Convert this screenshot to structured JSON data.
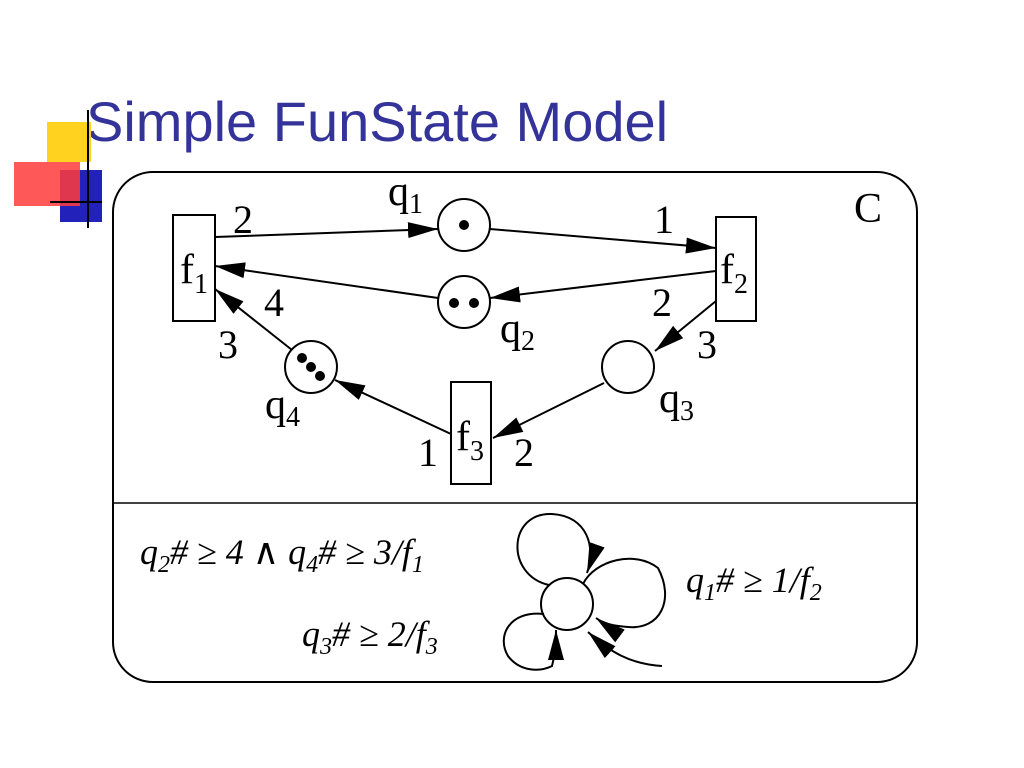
{
  "slide": {
    "title": "Simple FunState Model"
  },
  "colors": {
    "title": "#333399",
    "logo_yellow": "#ffd21f",
    "logo_red": "#ff3b3b",
    "logo_blue": "#2222bb"
  },
  "diagram": {
    "component_label": "C",
    "functions": {
      "f1": {
        "base": "f",
        "sub": "1"
      },
      "f2": {
        "base": "f",
        "sub": "2"
      },
      "f3": {
        "base": "f",
        "sub": "3"
      }
    },
    "queues": {
      "q1": {
        "base": "q",
        "sub": "1",
        "tokens": 1
      },
      "q2": {
        "base": "q",
        "sub": "2",
        "tokens": 2
      },
      "q3": {
        "base": "q",
        "sub": "3",
        "tokens": 0
      },
      "q4": {
        "base": "q",
        "sub": "4",
        "tokens": 3
      }
    },
    "edge_weights": {
      "f1_to_q1": "2",
      "q1_to_f2": "1",
      "q2_to_f1": "4",
      "f2_to_q2": "2",
      "f2_to_q3": "3",
      "q4_to_f1": "3",
      "f3_to_q4": "1",
      "q3_to_f3": "2"
    }
  },
  "state_machine": {
    "t1": {
      "a_base": "q",
      "a_sub": "2",
      "a_rel": "# ≥ 4 ∧ ",
      "b_base": "q",
      "b_sub": "4",
      "b_rel": "# ≥ 3/",
      "f_base": "f",
      "f_sub": "1"
    },
    "t2": {
      "a_base": "q",
      "a_sub": "1",
      "a_rel": "# ≥ 1/",
      "f_base": "f",
      "f_sub": "2"
    },
    "t3": {
      "a_base": "q",
      "a_sub": "3",
      "a_rel": "# ≥ 2/",
      "f_base": "f",
      "f_sub": "3"
    }
  }
}
